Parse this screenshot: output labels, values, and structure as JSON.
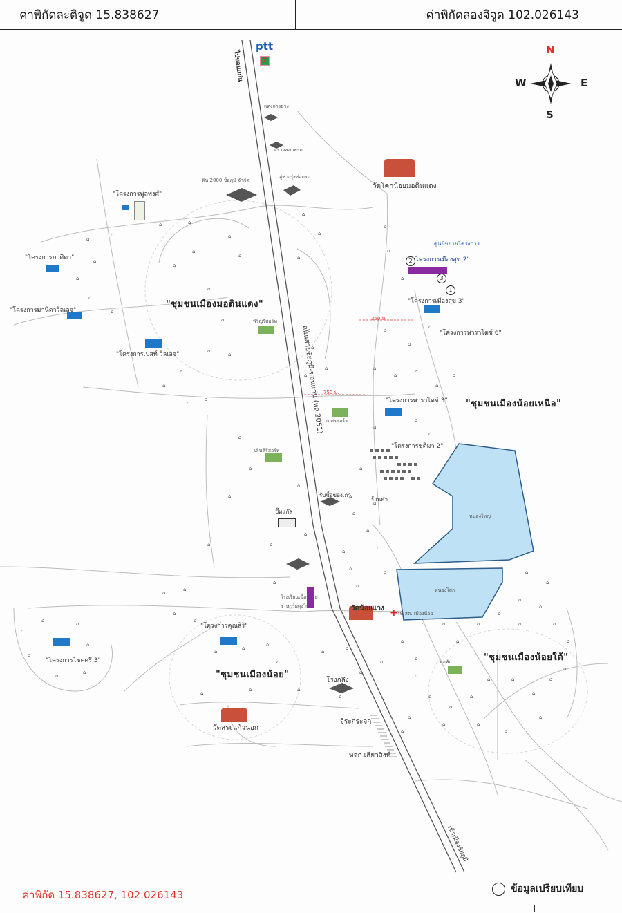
{
  "header": {
    "latitude_label": "ค่าพิกัดละติจูด 15.838627",
    "longitude_label": "ค่าพิกัดลองจิจูด 102.026143"
  },
  "footer": {
    "coordinates": "ค่าพิกัด 15.838627, 102.026143",
    "legend_label": "ข้อมูลเปรียบเทียบ"
  },
  "compass": {
    "n": "N",
    "s": "S",
    "e": "E",
    "w": "W"
  },
  "brands": {
    "ptt": "ptt",
    "seven": "7"
  },
  "roads": {
    "top": "ไปขอนแก่น",
    "highway": "ถนนสายชัยภูมิ-ขอนแก่น (ทล 2051)",
    "bottom": "เข้าเมืองชัยภูมิ"
  },
  "communities": {
    "north_west": "\"ชุมชนเมืองมอดินแดง\"",
    "north_east": "\"ชุมชนเมืองน้อยเหนือ\"",
    "south_west": "\"ชุมชนเมืองน้อย\"",
    "south_east": "\"ชุมชนเมืองน้อยใต้\""
  },
  "projects": {
    "p_phonphong": "\"โครงการพูลพงศ์\"",
    "p_phasita": "\"โครงการภาศิตา\"",
    "p_manida": "\"โครงการมานิดาวิลเลจ\"",
    "p_benz": "\"โครงการเบสท์ วิลเลจ\"",
    "p_muangsuk2": "โครงการเมืองสุข 2\"",
    "p_muangsuk3": "\"โครงการเมืองสุข 3\"",
    "p_paradise6": "\"โครงการพาราไดซ์ 6\"",
    "p_paradise3": "\"โครงการพาราไดซ์ 3\"",
    "p_chusima2": "\"โครงการชุติมา 2\"",
    "p_khunsiri": "\"โครงการคุณสิริ\"",
    "p_chocksri3": "\"โครงการโชคศรี 3\""
  },
  "places": {
    "temple_north": "วัดโคกน้อยมอดินแดง",
    "temple_center": "วัดน้อยแวง",
    "temple_south": "วัดสระแก้วนอก",
    "land_co": "ดิน 2000 ช็อภูมิ จำกัด",
    "garage": "อู่ช่างรุ่งซ่อมรถ",
    "shop1": "แดงการยาง",
    "police": "ตรวจสภาพรถ",
    "resort1": "พิริญรีสอร์ท",
    "resort2": "เกศรสอร์ท",
    "resort3": "เลิฟลีรีสอร์ท",
    "buy_used": "รับซื้อของเก่า",
    "shop_kham": "ร้านคำ",
    "gas": "ปั๊มแก๊ส",
    "school": "โรงเรียนเมืองน้อย",
    "school2": "ราษฎร์ผดุงวิทย์",
    "hospital": "รพ.สต. เมืองน้อย",
    "dorm": "หอพัก",
    "mill": "โรงกลึง",
    "jira": "จิระกระจก",
    "hokor": "หจก.เฮียวสิงห์",
    "pond_big": "หนองใหญ่",
    "pond_small": "หนองโสก",
    "expand_note": "ศูนย์ขยายโครงการ",
    "dist_350": "350 ม.",
    "dist_750": "750 ม.",
    "marker_1": "1",
    "marker_2": "2",
    "marker_3": "3"
  },
  "colors": {
    "pond_fill": "#bfe1f5",
    "pond_stroke": "#2d5d8a",
    "project_icon": "#1f78c8",
    "temple_roof": "#c9503a",
    "coord_text": "#e0312b",
    "road": "#555555"
  }
}
